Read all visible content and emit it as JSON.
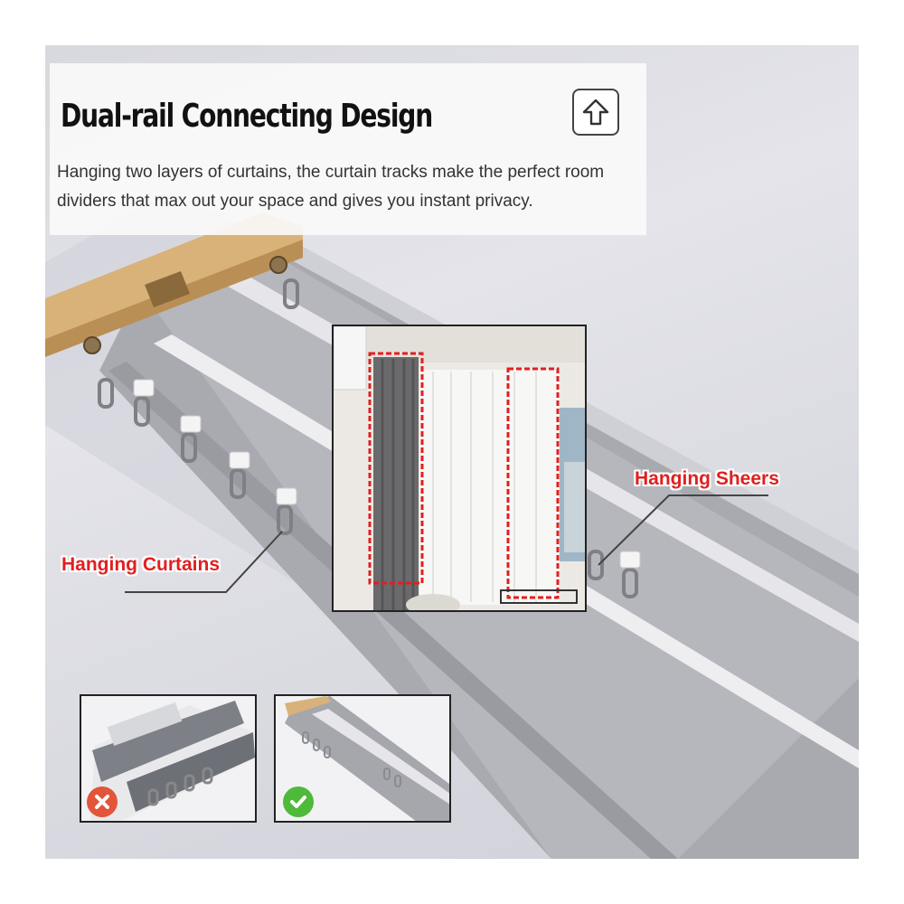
{
  "header": {
    "title": "Dual-rail Connecting Design",
    "description": "Hanging two layers of curtains, the curtain tracks make the perfect room dividers that max out your space and gives you instant privacy.",
    "icon": "up-arrow-icon"
  },
  "callouts": {
    "curtains_label": "Hanging Curtains",
    "sheers_label": "Hanging Sheers"
  },
  "comparison": {
    "wrong_icon": "cross-icon",
    "right_icon": "check-icon"
  },
  "colors": {
    "label_red": "#e02020",
    "rail_gray": "#a9aab0",
    "bracket_gold": "#d9b27a",
    "wrong_red": "#e2553a",
    "right_green": "#4fb93a"
  }
}
